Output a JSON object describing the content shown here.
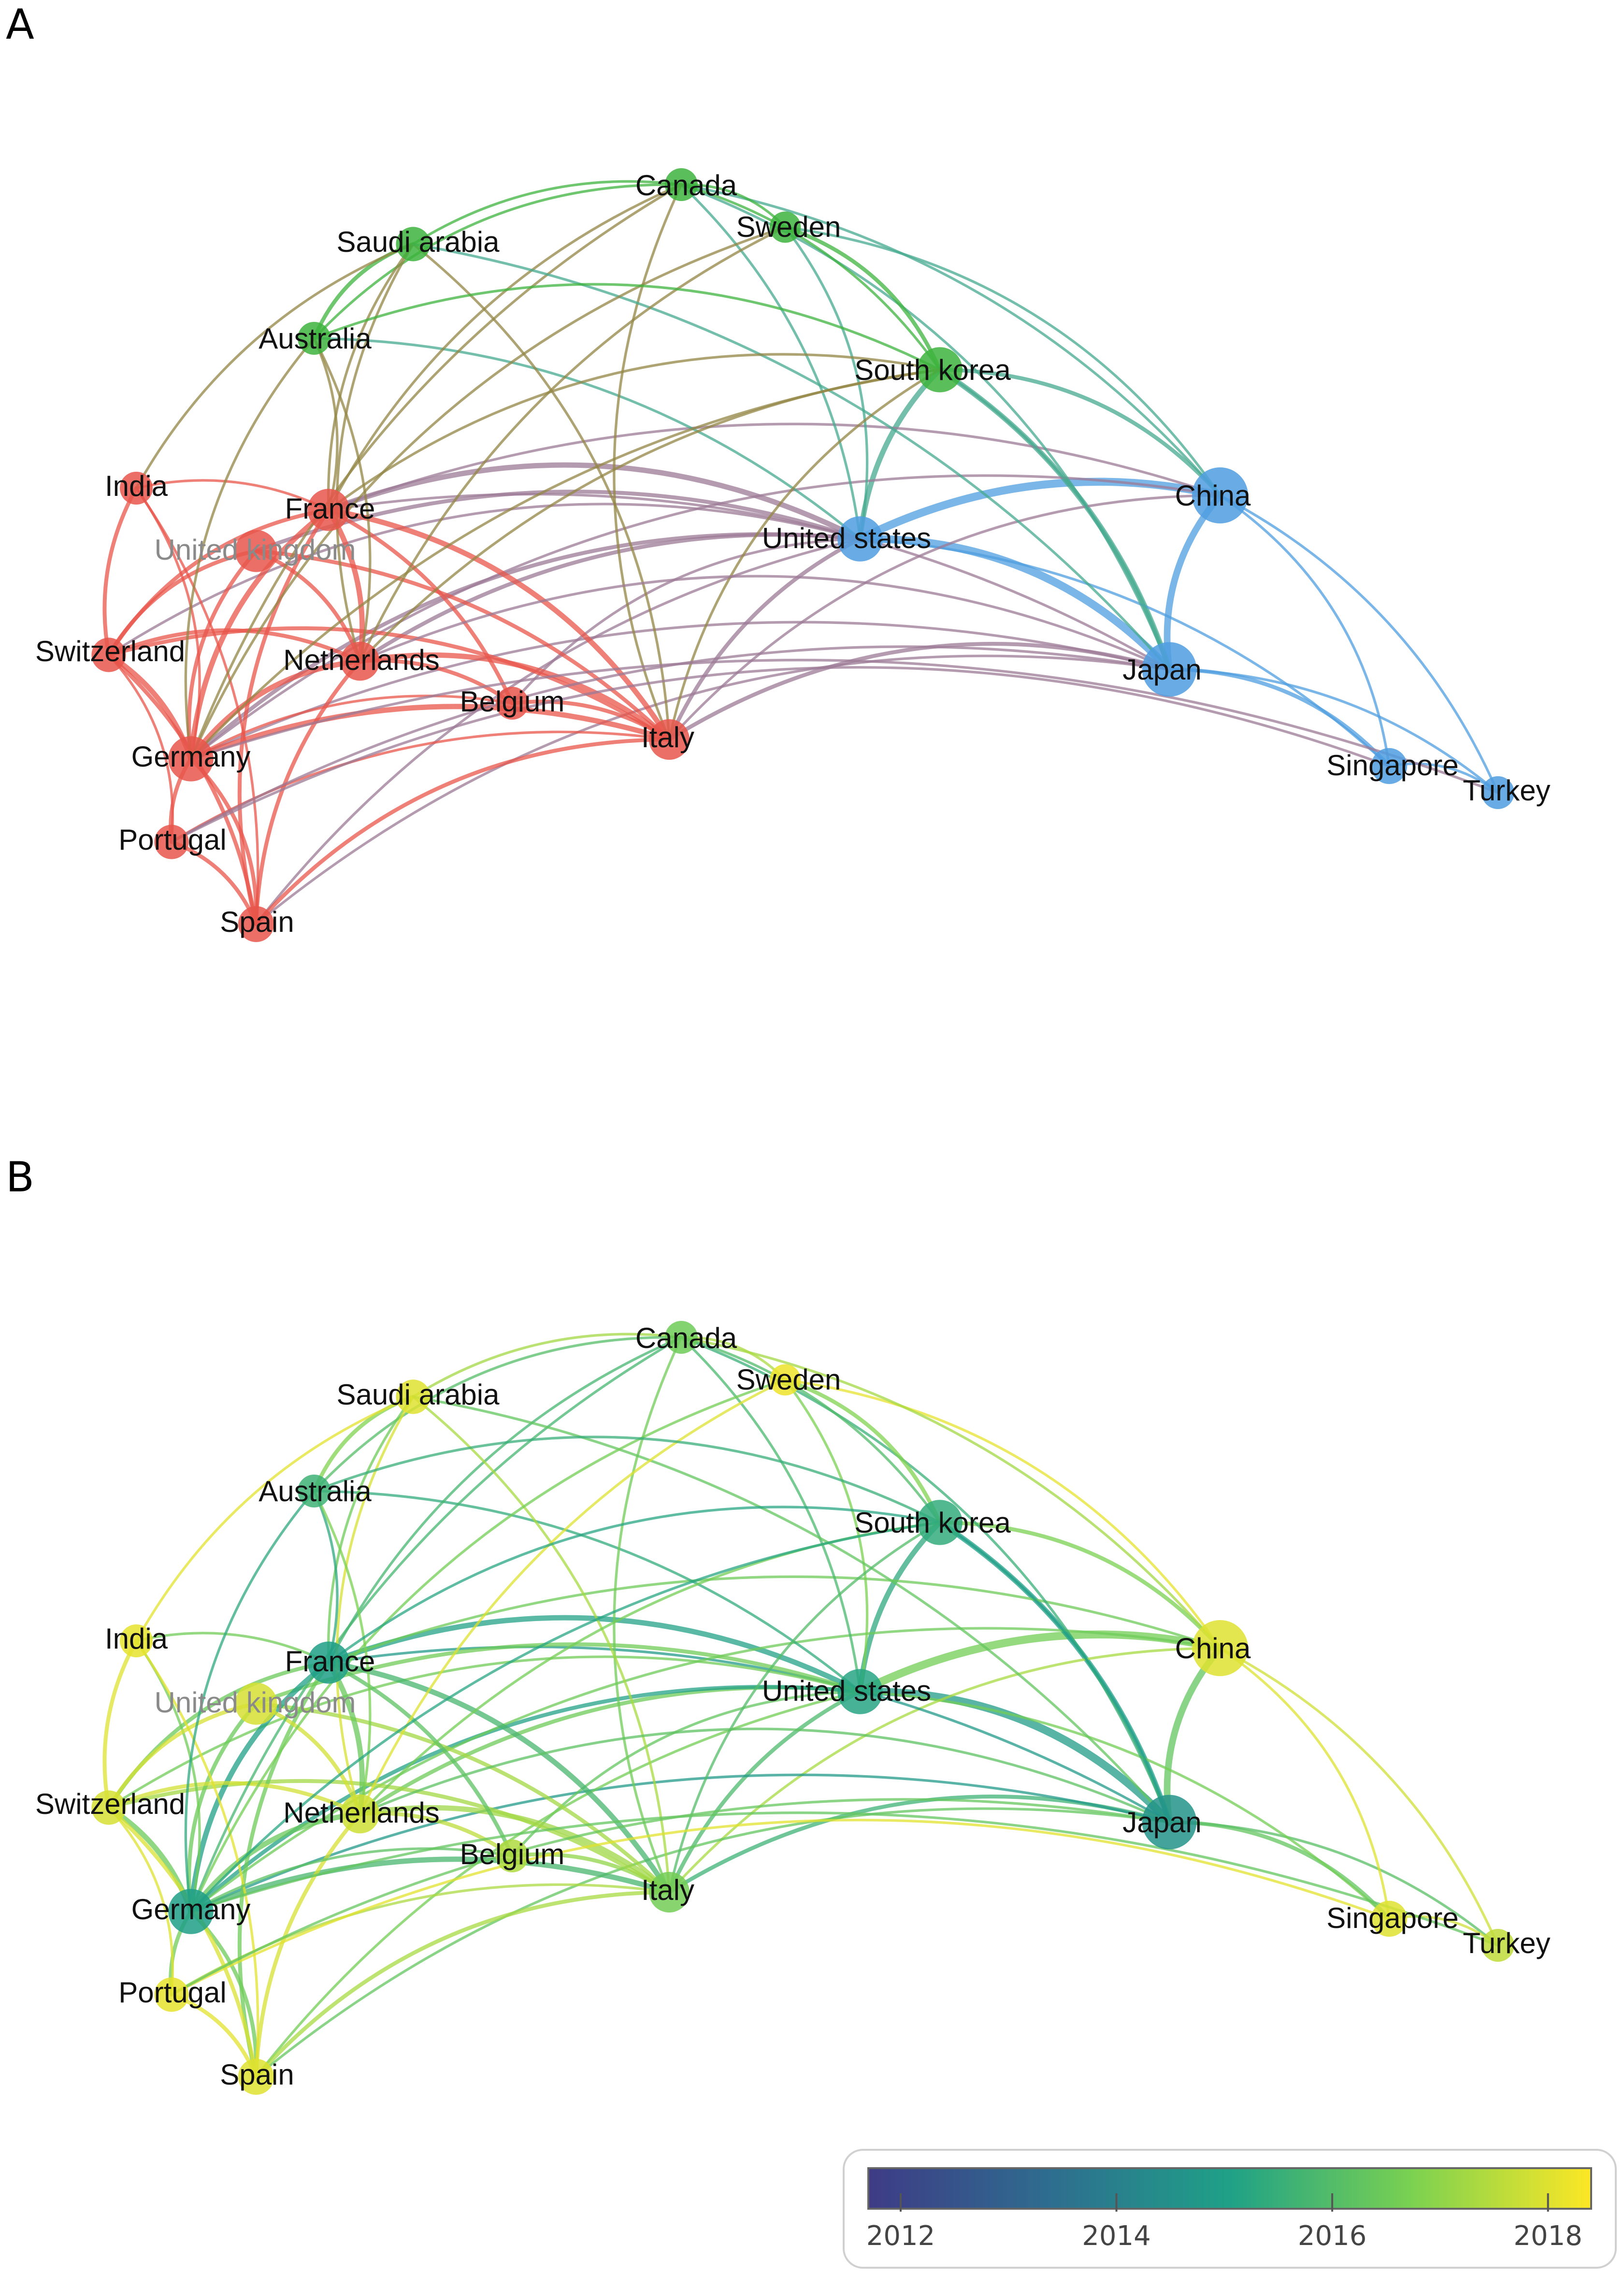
{
  "panels": [
    {
      "letter": "A",
      "mode": "cluster"
    },
    {
      "letter": "B",
      "mode": "overlay"
    }
  ],
  "clusters": {
    "red": {
      "color": "#e8564b",
      "countries": [
        "India",
        "France",
        "United kingdom",
        "Switzerland",
        "Netherlands",
        "Belgium",
        "Italy",
        "Germany",
        "Portugal",
        "Spain"
      ]
    },
    "green": {
      "color": "#3db33d",
      "countries": [
        "Canada",
        "Sweden",
        "Saudi arabia",
        "Australia",
        "South korea"
      ]
    },
    "blue": {
      "color": "#4f9ee0",
      "countries": [
        "China",
        "United states",
        "Japan",
        "Singapore",
        "Turkey"
      ]
    }
  },
  "nodes": [
    {
      "id": "Canada",
      "label": "Canada",
      "cluster": "green",
      "weight": 1.0,
      "year": 2016.5
    },
    {
      "id": "Sweden",
      "label": "Sweden",
      "cluster": "green",
      "weight": 0.9,
      "year": 2018.2
    },
    {
      "id": "Saudi arabia",
      "label": "Saudi arabia",
      "cluster": "green",
      "weight": 1.1,
      "year": 2018.0
    },
    {
      "id": "Australia",
      "label": "Australia",
      "cluster": "green",
      "weight": 1.0,
      "year": 2015.6
    },
    {
      "id": "South korea",
      "label": "South korea",
      "cluster": "green",
      "weight": 1.8,
      "year": 2015.4
    },
    {
      "id": "China",
      "label": "China",
      "cluster": "blue",
      "weight": 2.5,
      "year": 2018.0
    },
    {
      "id": "United states",
      "label": "United states",
      "cluster": "blue",
      "weight": 1.8,
      "year": 2015.2
    },
    {
      "id": "Japan",
      "label": "Japan",
      "cluster": "blue",
      "weight": 2.4,
      "year": 2014.6
    },
    {
      "id": "Singapore",
      "label": "Singapore",
      "cluster": "blue",
      "weight": 1.2,
      "year": 2018.0
    },
    {
      "id": "Turkey",
      "label": "Turkey",
      "cluster": "blue",
      "weight": 1.0,
      "year": 2017.6
    },
    {
      "id": "India",
      "label": "India",
      "cluster": "red",
      "weight": 1.0,
      "year": 2018.1
    },
    {
      "id": "France",
      "label": "France",
      "cluster": "red",
      "weight": 1.6,
      "year": 2015.0
    },
    {
      "id": "United kingdom",
      "label": "United kingdom",
      "cluster": "red",
      "weight": 1.6,
      "year": 2017.9,
      "faded": true
    },
    {
      "id": "Switzerland",
      "label": "Switzerland",
      "cluster": "red",
      "weight": 1.1,
      "year": 2017.9
    },
    {
      "id": "Netherlands",
      "label": "Netherlands",
      "cluster": "red",
      "weight": 1.4,
      "year": 2017.8
    },
    {
      "id": "Belgium",
      "label": "Belgium",
      "cluster": "red",
      "weight": 1.0,
      "year": 2017.4
    },
    {
      "id": "Italy",
      "label": "Italy",
      "cluster": "red",
      "weight": 1.5,
      "year": 2016.6
    },
    {
      "id": "Germany",
      "label": "Germany",
      "cluster": "red",
      "weight": 1.8,
      "year": 2015.0
    },
    {
      "id": "Portugal",
      "label": "Portugal",
      "cluster": "red",
      "weight": 1.1,
      "year": 2018.1
    },
    {
      "id": "Spain",
      "label": "Spain",
      "cluster": "red",
      "weight": 1.2,
      "year": 2018.0
    }
  ],
  "edges": [
    [
      "China",
      "Japan",
      4
    ],
    [
      "United states",
      "China",
      5
    ],
    [
      "United states",
      "Japan",
      5
    ],
    [
      "United states",
      "South korea",
      3
    ],
    [
      "South korea",
      "China",
      2
    ],
    [
      "South korea",
      "Japan",
      3
    ],
    [
      "Japan",
      "Singapore",
      2
    ],
    [
      "Japan",
      "Turkey",
      1
    ],
    [
      "China",
      "Singapore",
      1
    ],
    [
      "China",
      "Turkey",
      1
    ],
    [
      "Singapore",
      "Turkey",
      1
    ],
    [
      "United states",
      "Singapore",
      1
    ],
    [
      "Japan",
      "Italy",
      2
    ],
    [
      "United states",
      "Italy",
      2
    ],
    [
      "China",
      "Italy",
      1
    ],
    [
      "Japan",
      "Germany",
      1
    ],
    [
      "Japan",
      "Spain",
      1
    ],
    [
      "Japan",
      "France",
      1
    ],
    [
      "United states",
      "France",
      3
    ],
    [
      "United states",
      "Netherlands",
      2
    ],
    [
      "United states",
      "Germany",
      2
    ],
    [
      "United states",
      "United kingdom",
      2
    ],
    [
      "United states",
      "Belgium",
      1
    ],
    [
      "United states",
      "Spain",
      1
    ],
    [
      "United states",
      "Switzerland",
      1
    ],
    [
      "China",
      "France",
      1
    ],
    [
      "China",
      "Germany",
      1
    ],
    [
      "United states",
      "Canada",
      1
    ],
    [
      "United states",
      "Sweden",
      1
    ],
    [
      "United states",
      "Australia",
      1
    ],
    [
      "China",
      "Sweden",
      1
    ],
    [
      "China",
      "Canada",
      1
    ],
    [
      "Japan",
      "Canada",
      1
    ],
    [
      "Japan",
      "South korea",
      1
    ],
    [
      "Italy",
      "France",
      3
    ],
    [
      "Italy",
      "Germany",
      3
    ],
    [
      "Italy",
      "Netherlands",
      3
    ],
    [
      "Italy",
      "Belgium",
      2
    ],
    [
      "Italy",
      "Spain",
      2
    ],
    [
      "Italy",
      "Portugal",
      1
    ],
    [
      "Italy",
      "Switzerland",
      2
    ],
    [
      "Italy",
      "United kingdom",
      2
    ],
    [
      "France",
      "Germany",
      3
    ],
    [
      "France",
      "Netherlands",
      3
    ],
    [
      "France",
      "Switzerland",
      2
    ],
    [
      "France",
      "India",
      1
    ],
    [
      "France",
      "Spain",
      2
    ],
    [
      "France",
      "Belgium",
      2
    ],
    [
      "Germany",
      "Netherlands",
      3
    ],
    [
      "Germany",
      "Switzerland",
      3
    ],
    [
      "Germany",
      "Spain",
      2
    ],
    [
      "Germany",
      "Portugal",
      2
    ],
    [
      "Germany",
      "United kingdom",
      2
    ],
    [
      "Netherlands",
      "Belgium",
      2
    ],
    [
      "Netherlands",
      "Switzerland",
      2
    ],
    [
      "Netherlands",
      "Spain",
      2
    ],
    [
      "Netherlands",
      "United kingdom",
      2
    ],
    [
      "India",
      "Switzerland",
      2
    ],
    [
      "India",
      "Germany",
      1
    ],
    [
      "India",
      "Spain",
      1
    ],
    [
      "Portugal",
      "Spain",
      2
    ],
    [
      "Switzerland",
      "Spain",
      2
    ],
    [
      "Switzerland",
      "Portugal",
      1
    ],
    [
      "Belgium",
      "Germany",
      1
    ],
    [
      "United kingdom",
      "Switzerland",
      2
    ],
    [
      "Canada",
      "Saudi arabia",
      1
    ],
    [
      "Canada",
      "Sweden",
      1
    ],
    [
      "Canada",
      "South korea",
      1
    ],
    [
      "Canada",
      "Australia",
      1
    ],
    [
      "Canada",
      "France",
      1
    ],
    [
      "Canada",
      "Italy",
      1
    ],
    [
      "Canada",
      "Germany",
      1
    ],
    [
      "Saudi arabia",
      "Australia",
      2
    ],
    [
      "Saudi arabia",
      "France",
      1
    ],
    [
      "Saudi arabia",
      "Italy",
      1
    ],
    [
      "Saudi arabia",
      "India",
      1
    ],
    [
      "Saudi arabia",
      "Netherlands",
      1
    ],
    [
      "Saudi arabia",
      "Japan",
      1
    ],
    [
      "Sweden",
      "South korea",
      2
    ],
    [
      "Sweden",
      "Netherlands",
      1
    ],
    [
      "Sweden",
      "Germany",
      1
    ],
    [
      "Australia",
      "France",
      1
    ],
    [
      "Australia",
      "Germany",
      1
    ],
    [
      "Australia",
      "Netherlands",
      1
    ],
    [
      "Australia",
      "South korea",
      1
    ],
    [
      "South korea",
      "Netherlands",
      1
    ],
    [
      "South korea",
      "France",
      1
    ],
    [
      "South korea",
      "Germany",
      1
    ],
    [
      "South korea",
      "Italy",
      1
    ],
    [
      "Turkey",
      "Germany",
      1
    ],
    [
      "Singapore",
      "Portugal",
      1
    ],
    [
      "Japan",
      "Portugal",
      1
    ],
    [
      "Japan",
      "Netherlands",
      1
    ]
  ],
  "colorbar": {
    "ticks": [
      2012,
      2014,
      2016,
      2018
    ],
    "range": [
      2011.7,
      2018.4
    ]
  }
}
